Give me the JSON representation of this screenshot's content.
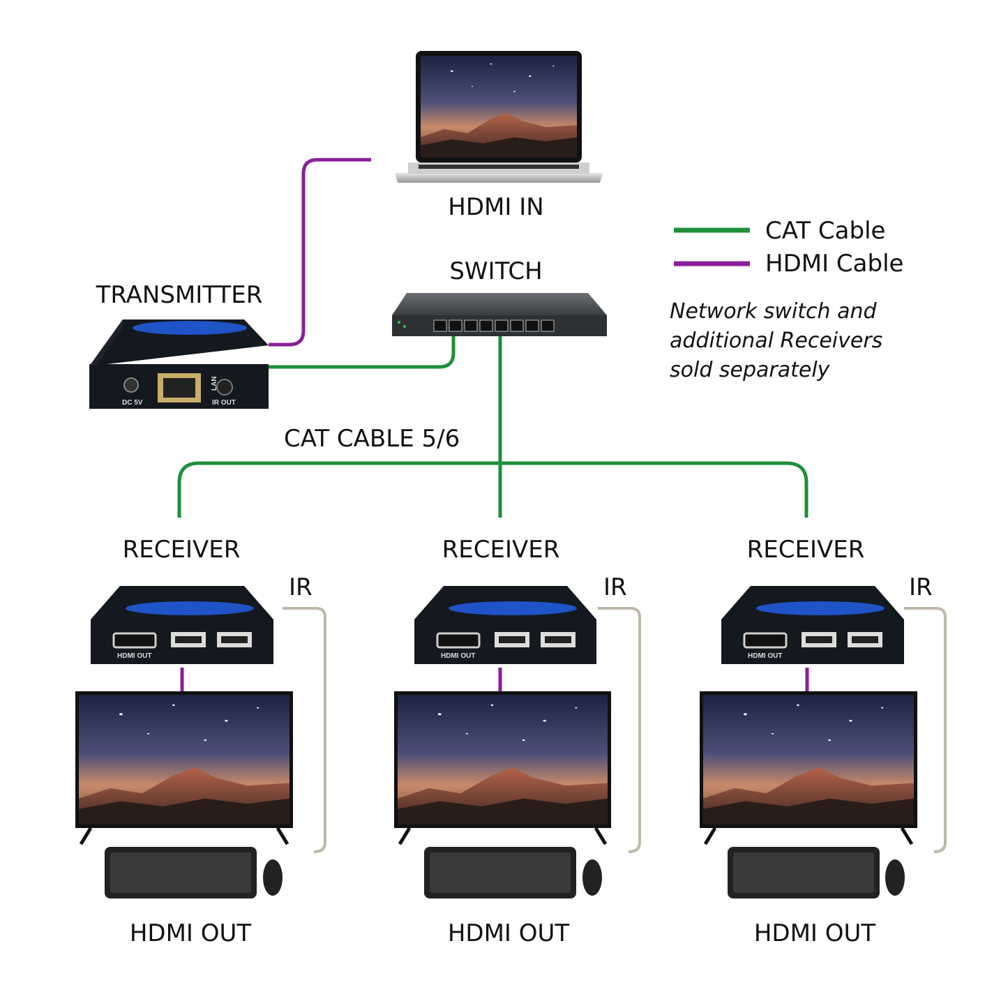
{
  "colors": {
    "cat_cable": "#1e8f3a",
    "hdmi_cable": "#8b1f9a",
    "ir_cable": "#bdb8a8",
    "device_body": "#14181f",
    "device_accent": "#1f54c8"
  },
  "labels": {
    "hdmi_in": "HDMI IN",
    "switch": "SWITCH",
    "transmitter": "TRANSMITTER",
    "cat_cable": "CAT CABLE 5/6",
    "receiver": "RECEIVER",
    "ir": "IR",
    "hdmi_out": "HDMI OUT"
  },
  "legend": {
    "items": [
      {
        "label": "CAT Cable",
        "color_key": "cat_cable"
      },
      {
        "label": "HDMI Cable",
        "color_key": "hdmi_cable"
      }
    ]
  },
  "note": {
    "lines": [
      "Network switch and",
      "additional Receivers",
      "sold separately"
    ]
  },
  "transmitter_ports": {
    "power": "DC 5V",
    "lan": "LAN",
    "ir_out": "IR OUT"
  },
  "receiver_ports": {
    "hdmi": "HDMI OUT"
  },
  "icons": [
    "laptop-icon",
    "network-switch-icon",
    "transmitter-icon",
    "receiver-icon",
    "monitor-icon",
    "keyboard-icon",
    "mouse-icon"
  ]
}
